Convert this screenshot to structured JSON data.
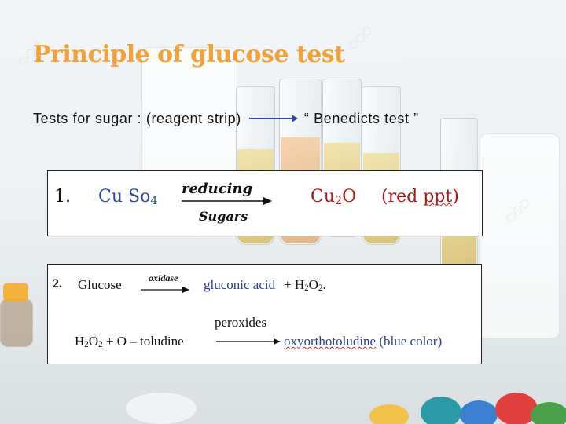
{
  "slide": {
    "title": "Principle of glucose test",
    "subtitle_left": "Tests for sugar : (reagent strip)",
    "subtitle_right": "“ Benedicts test ”",
    "subtitle_arrow_icon": "arrow-right-icon",
    "title_color": "#f2a23a"
  },
  "reaction1": {
    "number": "1.",
    "reactant_prefix": "Cu So",
    "reactant_sub": "4",
    "condition_top": "reducing",
    "condition_bottom": "Sugars",
    "product_prefix": "Cu",
    "product_sub": "2",
    "product_suffix": "O",
    "product_note_open": "(red ",
    "product_note_word": "ppt",
    "product_note_close": ")",
    "reactant_color": "#2a4a9a",
    "product_color": "#b01515"
  },
  "reaction2": {
    "number": "2.",
    "reactant": "Glucose",
    "enzyme": "oxidase",
    "product_main": "gluconic acid",
    "product_plus": "+ H",
    "product_sub": "2",
    "product_o": "O",
    "product_sub2": "2",
    "product_end": ".",
    "line2_h": "H",
    "line2_sub": "2",
    "line2_o": "O",
    "line2_sub2": "2",
    "line2_rest": " + O – toludine",
    "catalyst": "peroxides",
    "final_product": "oxyorthotoludine",
    "final_note": " (blue color)",
    "highlight_color": "#2a3e8c"
  }
}
